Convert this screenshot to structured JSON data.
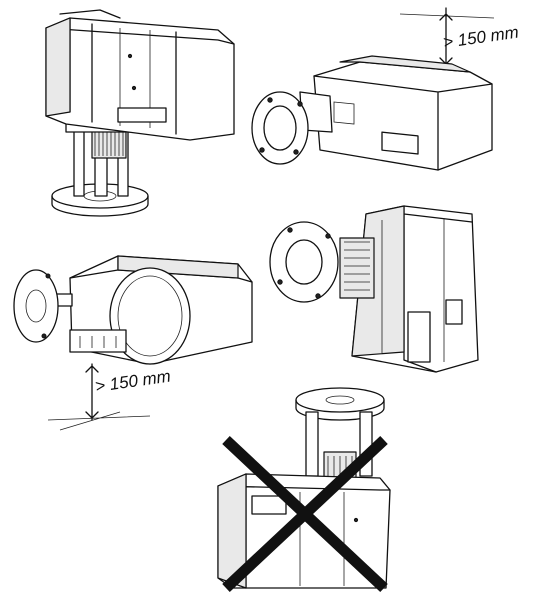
{
  "clearance_label_top": "> 150 mm",
  "clearance_label_left": "> 150 mm",
  "colors": {
    "line": "#111111",
    "background": "#ffffff",
    "shade": "#e9e9e9"
  },
  "mounting_orientations": [
    {
      "position": "upright",
      "allowed": true
    },
    {
      "position": "horizontal, valve left, clearance above",
      "allowed": true
    },
    {
      "position": "horizontal, valve left, clearance below",
      "allowed": true
    },
    {
      "position": "vertical, side mounted",
      "allowed": true
    },
    {
      "position": "inverted (actuator below valve)",
      "allowed": false
    }
  ]
}
